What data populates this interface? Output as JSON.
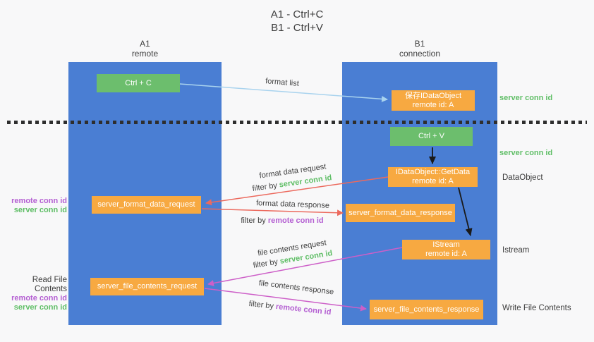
{
  "colors": {
    "lane_blue": "#4a7ed3",
    "box_orange": "#f7a941",
    "box_green": "#6cbe6d",
    "text_green": "#5fbe66",
    "text_purple": "#b45fd2",
    "arrow_red": "#ec6a5e",
    "arrow_light_blue": "#a9d3ee",
    "arrow_magenta": "#cd5fc8",
    "arrow_black": "#1a1a1a"
  },
  "title": {
    "line1": "A1 - Ctrl+C",
    "line2": "B1 - Ctrl+V"
  },
  "lanes": {
    "left": {
      "name": "A1",
      "subtitle": "remote"
    },
    "right": {
      "name": "B1",
      "subtitle": "connection"
    }
  },
  "nodes": {
    "ctrl_c": {
      "label": "Ctrl + C"
    },
    "save_dataobject": {
      "line1": "保存IDataObject",
      "line2": "remote id: A"
    },
    "ctrl_v": {
      "label": "Ctrl + V"
    },
    "getdata": {
      "line1": "IDataObject::GetData",
      "line2": "remote id: A"
    },
    "format_request": {
      "label": "server_format_data_request"
    },
    "format_response": {
      "label": "server_format_data_response"
    },
    "istream": {
      "line1": "IStream",
      "line2": "remote id: A"
    },
    "file_request": {
      "label": "server_file_contents_request"
    },
    "file_response": {
      "label": "server_file_contents_response"
    }
  },
  "edge_labels": {
    "format_list": "format list",
    "format_data_request": {
      "text": "format data request",
      "filter_prefix": "filter by",
      "filter_key": "server conn id"
    },
    "format_data_response": {
      "text": "format data response",
      "filter_prefix": "filter by",
      "filter_key": "remote conn id"
    },
    "file_contents_request": {
      "text": "file contents request",
      "filter_prefix": "filter by",
      "filter_key": "server conn id"
    },
    "file_contents_response": {
      "text": "file contents response",
      "filter_prefix": "filter by",
      "filter_key": "remote conn id"
    }
  },
  "annotations": {
    "right_server_conn_top": "server conn id",
    "right_server_conn_mid": "server conn id",
    "right_dataobject": "DataObject",
    "right_istream": "Istream",
    "right_write_file": "Write File Contents",
    "left_remote_conn_top": "remote conn id",
    "left_server_conn_top": "server conn id",
    "left_read_file": "Read File Contents",
    "left_remote_conn_bottom": "remote conn id",
    "left_server_conn_bottom": "server conn id"
  }
}
